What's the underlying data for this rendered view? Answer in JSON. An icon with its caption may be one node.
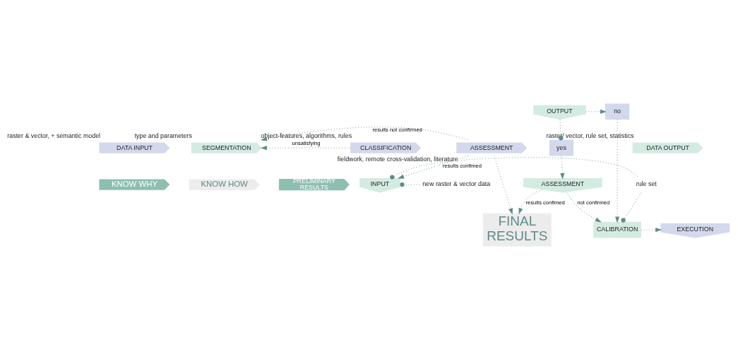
{
  "diagram": {
    "nodes": [
      {
        "text": [
          "DATA INPUT"
        ],
        "beside": [
          "raster & vector, + semantic model"
        ]
      },
      {
        "text": [
          "SEGMENTATION"
        ],
        "beside": [
          "type and parameters"
        ]
      },
      {
        "text": [
          "CLASSIFICATION"
        ],
        "beside": [
          "object-features, algorithms, rules"
        ]
      },
      {
        "text": [
          "DATA OUTPUT"
        ],
        "beside": [
          "raster/ vector, rule set, statistics"
        ]
      },
      {
        "text": [
          "ASSESSMENT"
        ],
        "beside": [
          "fieldwork, remote cross-validation, literature"
        ]
      },
      {
        "text": [
          "KNOW WHY"
        ]
      },
      {
        "text": [
          "KNOW HOW"
        ]
      },
      {
        "text": [
          "PRELIMINARY",
          "RESULTS"
        ]
      },
      {
        "text": [
          "new raster & vector data"
        ]
      },
      {
        "text": [
          "INPUT"
        ]
      },
      {
        "text": [
          "rule set"
        ]
      },
      {
        "text": [
          "EXECUTION"
        ]
      },
      {
        "text": [
          "CALIBRATION"
        ]
      },
      {
        "text": [
          "OUTPUT"
        ]
      },
      {
        "text": [
          "no"
        ]
      },
      {
        "text": [
          "yes"
        ]
      },
      {
        "text": [
          "ASSESSMENT"
        ]
      },
      {
        "text": [
          "FINAL",
          "RESULTS"
        ]
      }
    ],
    "edges": [
      {
        "from": 2,
        "to": 1,
        "arrow": "to",
        "label": "unsatisfying",
        "style": "dashed"
      },
      {
        "from": 4,
        "to": 1,
        "arrow": "to",
        "label": "results not confirmed",
        "style": "dashed"
      },
      {
        "from": 4,
        "to": 9,
        "arrow": "to",
        "label": "results confimed",
        "style": "dashed"
      },
      {
        "from": 4,
        "to": 17,
        "arrow": "to",
        "style": "dashed"
      },
      {
        "from": 8,
        "to": 9,
        "arrow": "other",
        "style": "dashed"
      },
      {
        "from": 10,
        "to": 9,
        "arrow": "other",
        "style": "dashed"
      },
      {
        "from": 10,
        "to": 12,
        "arrow": "other",
        "style": "dashed"
      },
      {
        "from": 12,
        "to": 11,
        "arrow": "to",
        "style": "dashed"
      },
      {
        "from": 13,
        "to": 14,
        "arrow": "to",
        "style": "dashed"
      },
      {
        "from": 14,
        "to": 12,
        "arrow": "to",
        "style": "dashed"
      },
      {
        "from": 13,
        "to": 15,
        "arrow": "other",
        "style": "dashed"
      },
      {
        "from": 15,
        "to": 16,
        "arrow": "to",
        "style": "dashed"
      },
      {
        "from": 16,
        "to": 17,
        "arrow": "to",
        "label": "results confimed",
        "style": "dashed"
      },
      {
        "from": 16,
        "to": 12,
        "arrow": "to",
        "label": "not confirmed",
        "style": "dashed"
      }
    ]
  }
}
